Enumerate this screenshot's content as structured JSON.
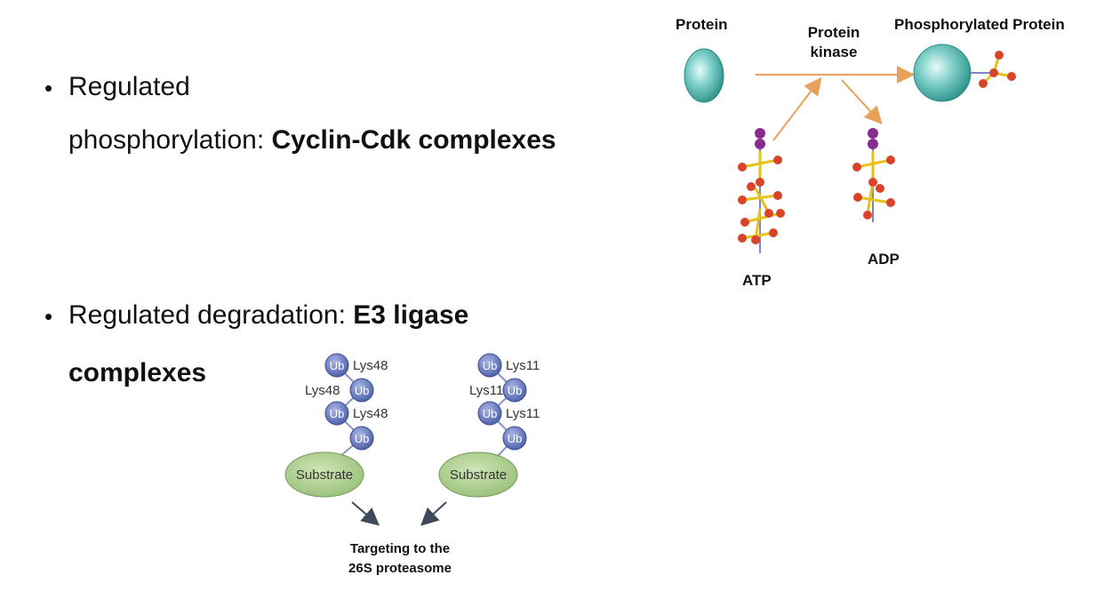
{
  "bullets": {
    "first": {
      "line1": "Regulated",
      "line2_plain": "phosphorylation: ",
      "line2_bold": "Cyclin-Cdk complexes"
    },
    "second": {
      "line1_plain": "Regulated degradation: ",
      "line1_bold": "E3 ligase",
      "line2_bold": "complexes"
    }
  },
  "phosphorylation_diagram": {
    "protein": "Protein",
    "kinase_line1": "Protein",
    "kinase_line2": "kinase",
    "phospho_protein": "Phosphorylated Protein",
    "atp": "ATP",
    "adp": "ADP"
  },
  "ubiquitin_diagram": {
    "ub": "Ub",
    "lys48": "Lys48",
    "lys11": "Lys11",
    "substrate": "Substrate",
    "target_line1": "Targeting to the",
    "target_line2": "26S proteasome"
  },
  "colors": {
    "protein_teal": "#3aa9a3",
    "arrow_orange": "#e8a15a",
    "phosphate_red": "#d8432a",
    "bond_yellow": "#e6c21a",
    "adenosine_purple": "#8a2b8f",
    "ub_blue": "#5a6fb5",
    "substrate_green": "#a9c98a"
  }
}
